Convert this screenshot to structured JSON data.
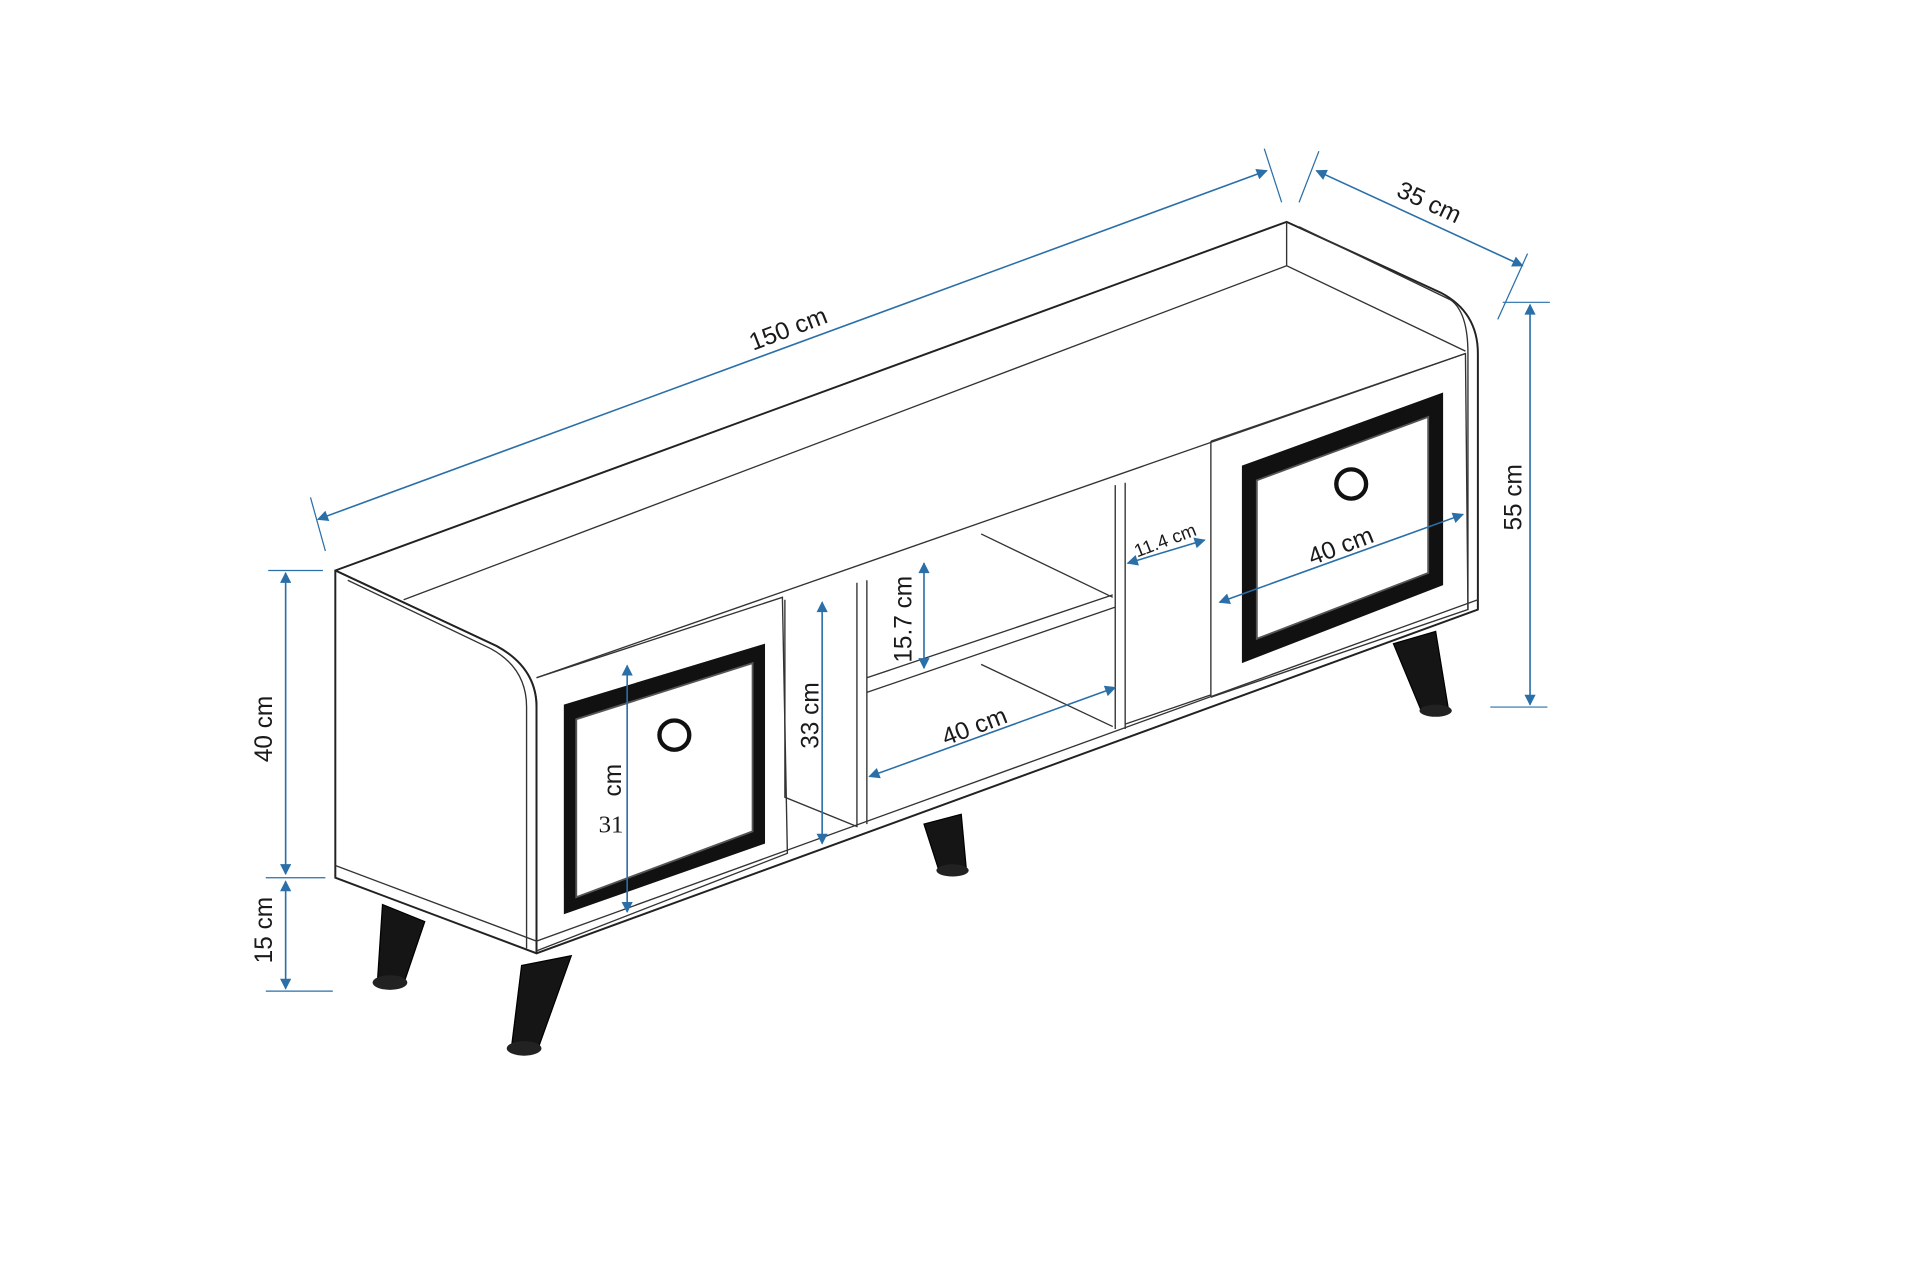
{
  "title": "TV unit dimension drawing",
  "colors": {
    "dimension_line": "#2a6fa8",
    "outline": "#222222",
    "frame": "#111111"
  },
  "dimensions": {
    "total_width": "150 cm",
    "depth": "35 cm",
    "total_height": "55 cm",
    "body_height": "40 cm",
    "leg_height": "15 cm",
    "open_compartment_height": "33 cm",
    "shelf_gap": "15.7 cm",
    "middle_compartment_width": "40 cm",
    "side_opening_width": "11.4 cm",
    "door_width": "40 cm",
    "door_height_unit": "cm",
    "door_height_value": "31"
  }
}
